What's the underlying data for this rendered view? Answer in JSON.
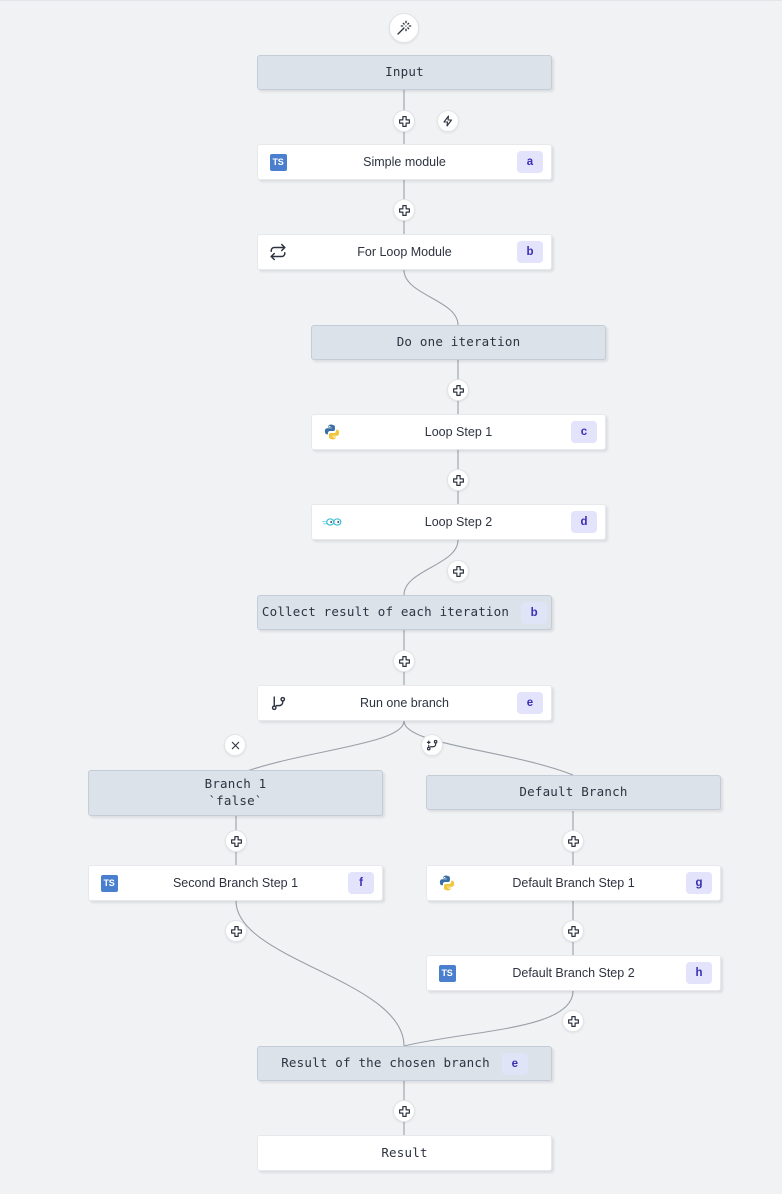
{
  "canvas": {
    "background": "#f1f2f4",
    "edge_color": "#9aa0a8",
    "virtual_node_fill": "#dce2ea",
    "module_node_fill": "#ffffff",
    "badge_fill": "#e3e3fb",
    "badge_text_color": "#3b2fb5",
    "ts_blue": "#4a7fd0",
    "go_blue": "#6fd3e8",
    "python_blue": "#3a6fa5",
    "python_yellow": "#f0c63d"
  },
  "top_handle": {
    "icon": "magic-wand-icon"
  },
  "nodes": {
    "input": {
      "label": "Input"
    },
    "simple_module": {
      "label": "Simple module",
      "badge": "a",
      "lang": "typescript"
    },
    "for_loop_module": {
      "label": "For Loop Module",
      "badge": "b",
      "lang": "loop"
    },
    "do_one_iteration": {
      "label": "Do one iteration"
    },
    "loop_step_1": {
      "label": "Loop Step 1",
      "badge": "c",
      "lang": "python"
    },
    "loop_step_2": {
      "label": "Loop Step 2",
      "badge": "d",
      "lang": "go"
    },
    "collect_result": {
      "label": "Collect result of each iteration",
      "badge": "b"
    },
    "run_one_branch": {
      "label": "Run one branch",
      "badge": "e",
      "lang": "branch"
    },
    "branch_1": {
      "label": "Branch 1\n`false`"
    },
    "default_branch": {
      "label": "Default Branch"
    },
    "second_branch_step_1": {
      "label": "Second Branch Step 1",
      "badge": "f",
      "lang": "typescript"
    },
    "default_branch_step_1": {
      "label": "Default Branch Step 1",
      "badge": "g",
      "lang": "python"
    },
    "default_branch_step_2": {
      "label": "Default Branch Step 2",
      "badge": "h",
      "lang": "typescript"
    },
    "result_chosen_branch": {
      "label": "Result of the chosen branch",
      "badge": "e"
    },
    "result": {
      "label": "Result"
    }
  },
  "handles": {
    "add_after_input": {
      "icon": "plus-icon"
    },
    "trigger_after_input": {
      "icon": "lightning-icon"
    },
    "add_after_simple_module": {
      "icon": "plus-icon"
    },
    "add_after_do_one_iteration": {
      "icon": "plus-icon"
    },
    "add_after_loop_step_1": {
      "icon": "plus-icon"
    },
    "add_after_loop_step_2": {
      "icon": "plus-icon"
    },
    "add_after_collect_result": {
      "icon": "plus-icon"
    },
    "delete_branch": {
      "icon": "close-icon"
    },
    "add_branch": {
      "icon": "branch-plus-icon"
    },
    "add_after_branch_1": {
      "icon": "plus-icon"
    },
    "add_after_default_branch": {
      "icon": "plus-icon"
    },
    "add_after_second_branch_step_1": {
      "icon": "plus-icon"
    },
    "add_after_default_branch_step_1": {
      "icon": "plus-icon"
    },
    "add_after_default_branch_step_2": {
      "icon": "plus-icon"
    },
    "add_after_result_chosen": {
      "icon": "plus-icon"
    }
  },
  "icon_labels": {
    "typescript": "TS",
    "go": "GO"
  }
}
